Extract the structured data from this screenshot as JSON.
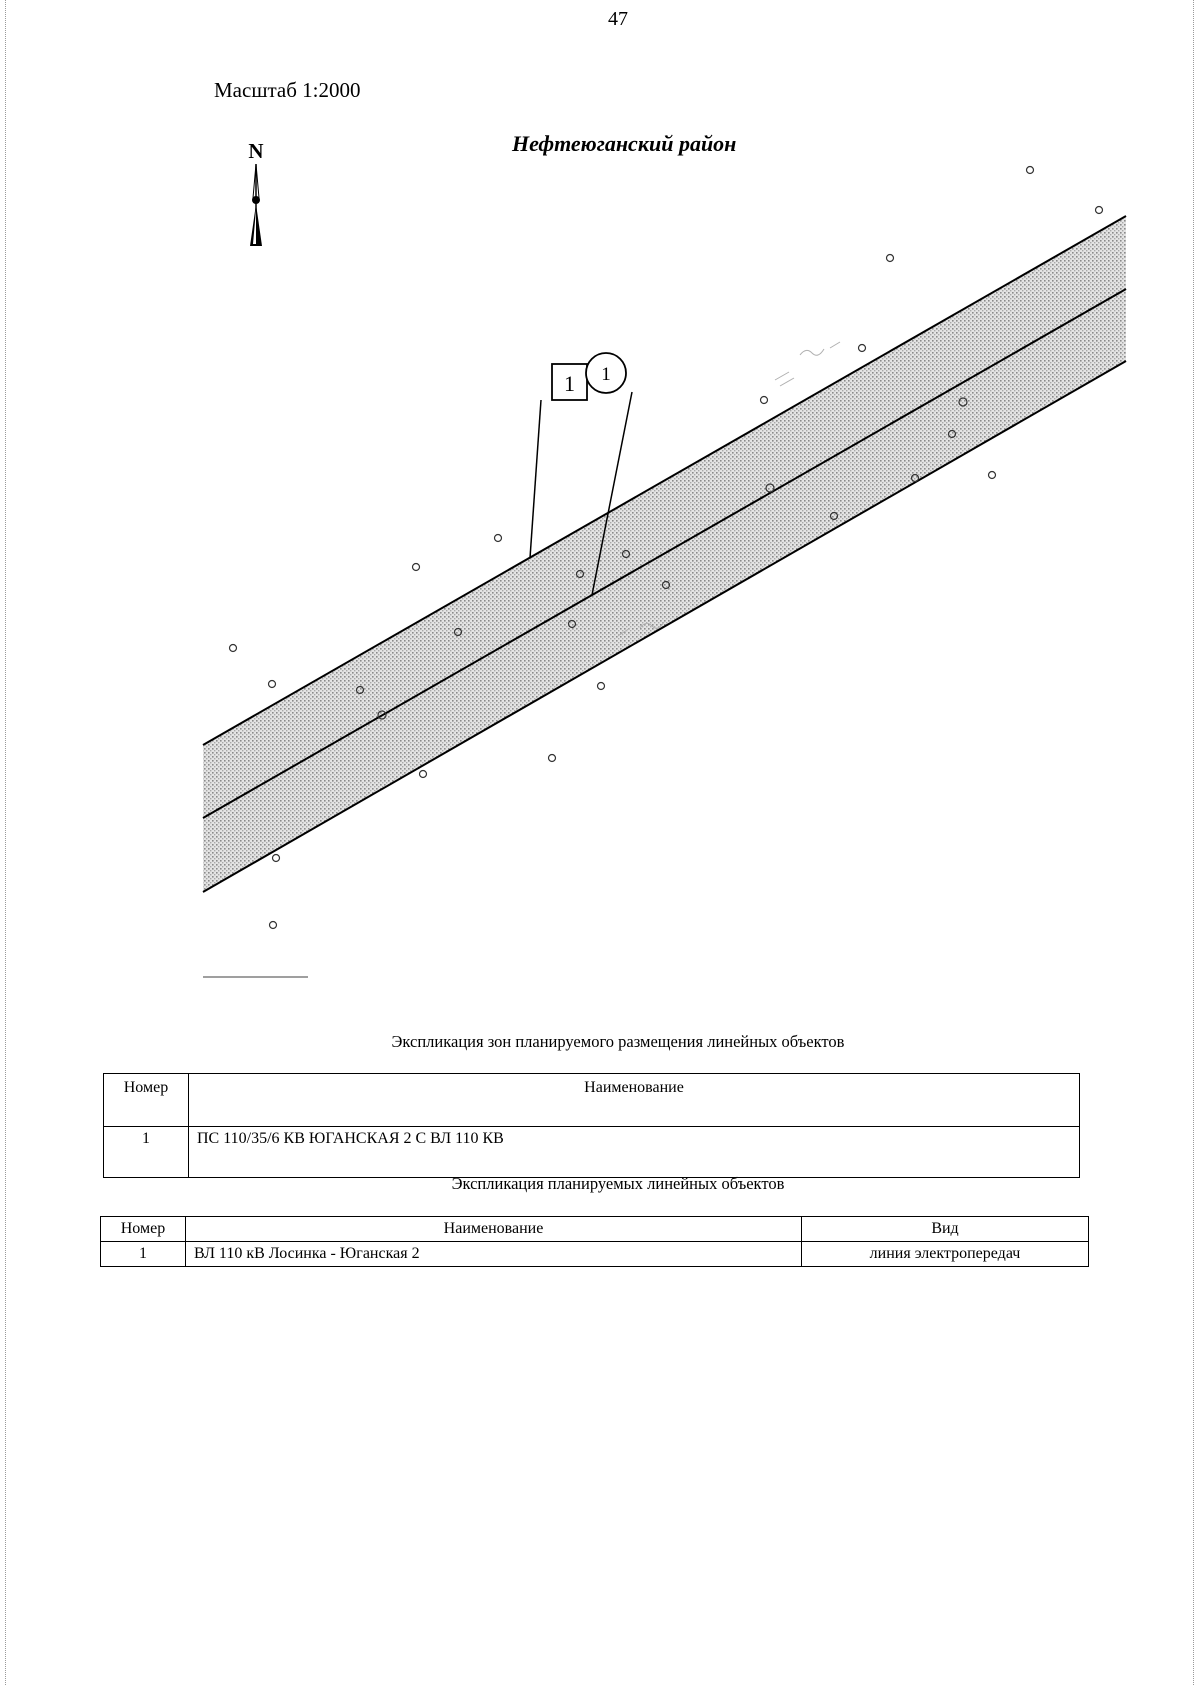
{
  "page": {
    "number": "47"
  },
  "map": {
    "scale_label": "Масштаб 1:2000",
    "district_title": "Нефтеюганский район",
    "north_label": "N",
    "zone_marker_label": "1",
    "object_marker_label": "1",
    "icons": {
      "north_arrow": "north-arrow-icon",
      "point_markers": "survey-point-icon"
    },
    "colors": {
      "zone_fill": "#d9d9d9",
      "lines": "#000000"
    }
  },
  "zones_table": {
    "caption": "Экспликация зон планируемого размещения линейных объектов",
    "headers": {
      "number": "Номер",
      "name": "Наименование"
    },
    "rows": [
      {
        "number": "1",
        "name": "ПС 110/35/6 КВ ЮГАНСКАЯ 2 С ВЛ 110 КВ"
      }
    ]
  },
  "objects_table": {
    "caption": "Экспликация планируемых линейных объектов",
    "headers": {
      "number": "Номер",
      "name": "Наименование",
      "kind": "Вид"
    },
    "rows": [
      {
        "number": "1",
        "name": "ВЛ 110 кВ Лосинка - Юганская 2",
        "kind": "линия электропередач"
      }
    ]
  }
}
